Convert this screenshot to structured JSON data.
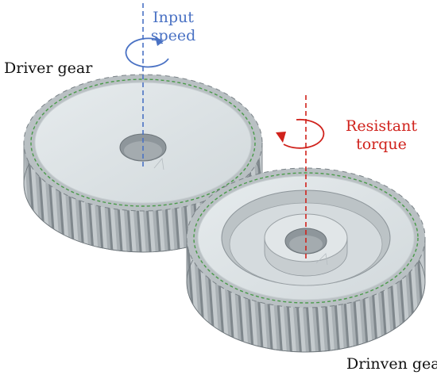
{
  "labels": {
    "driver_gear": "Driver gear",
    "driven_gear": "Drinven gear",
    "input_line1": "Input",
    "input_line2": "speed",
    "resistant_line1": "Resistant",
    "resistant_line2": "torque"
  },
  "colors": {
    "input_axis": "#4a72c4",
    "resistant_axis": "#d0221c",
    "pitch_circle": "#4a9a4a",
    "gear_face": "#dfe5e8",
    "gear_side": "#a9b0b4"
  },
  "icons": {
    "input_rotation": "counterclockwise-arrow-icon",
    "resistant_rotation": "clockwise-arrow-icon"
  }
}
